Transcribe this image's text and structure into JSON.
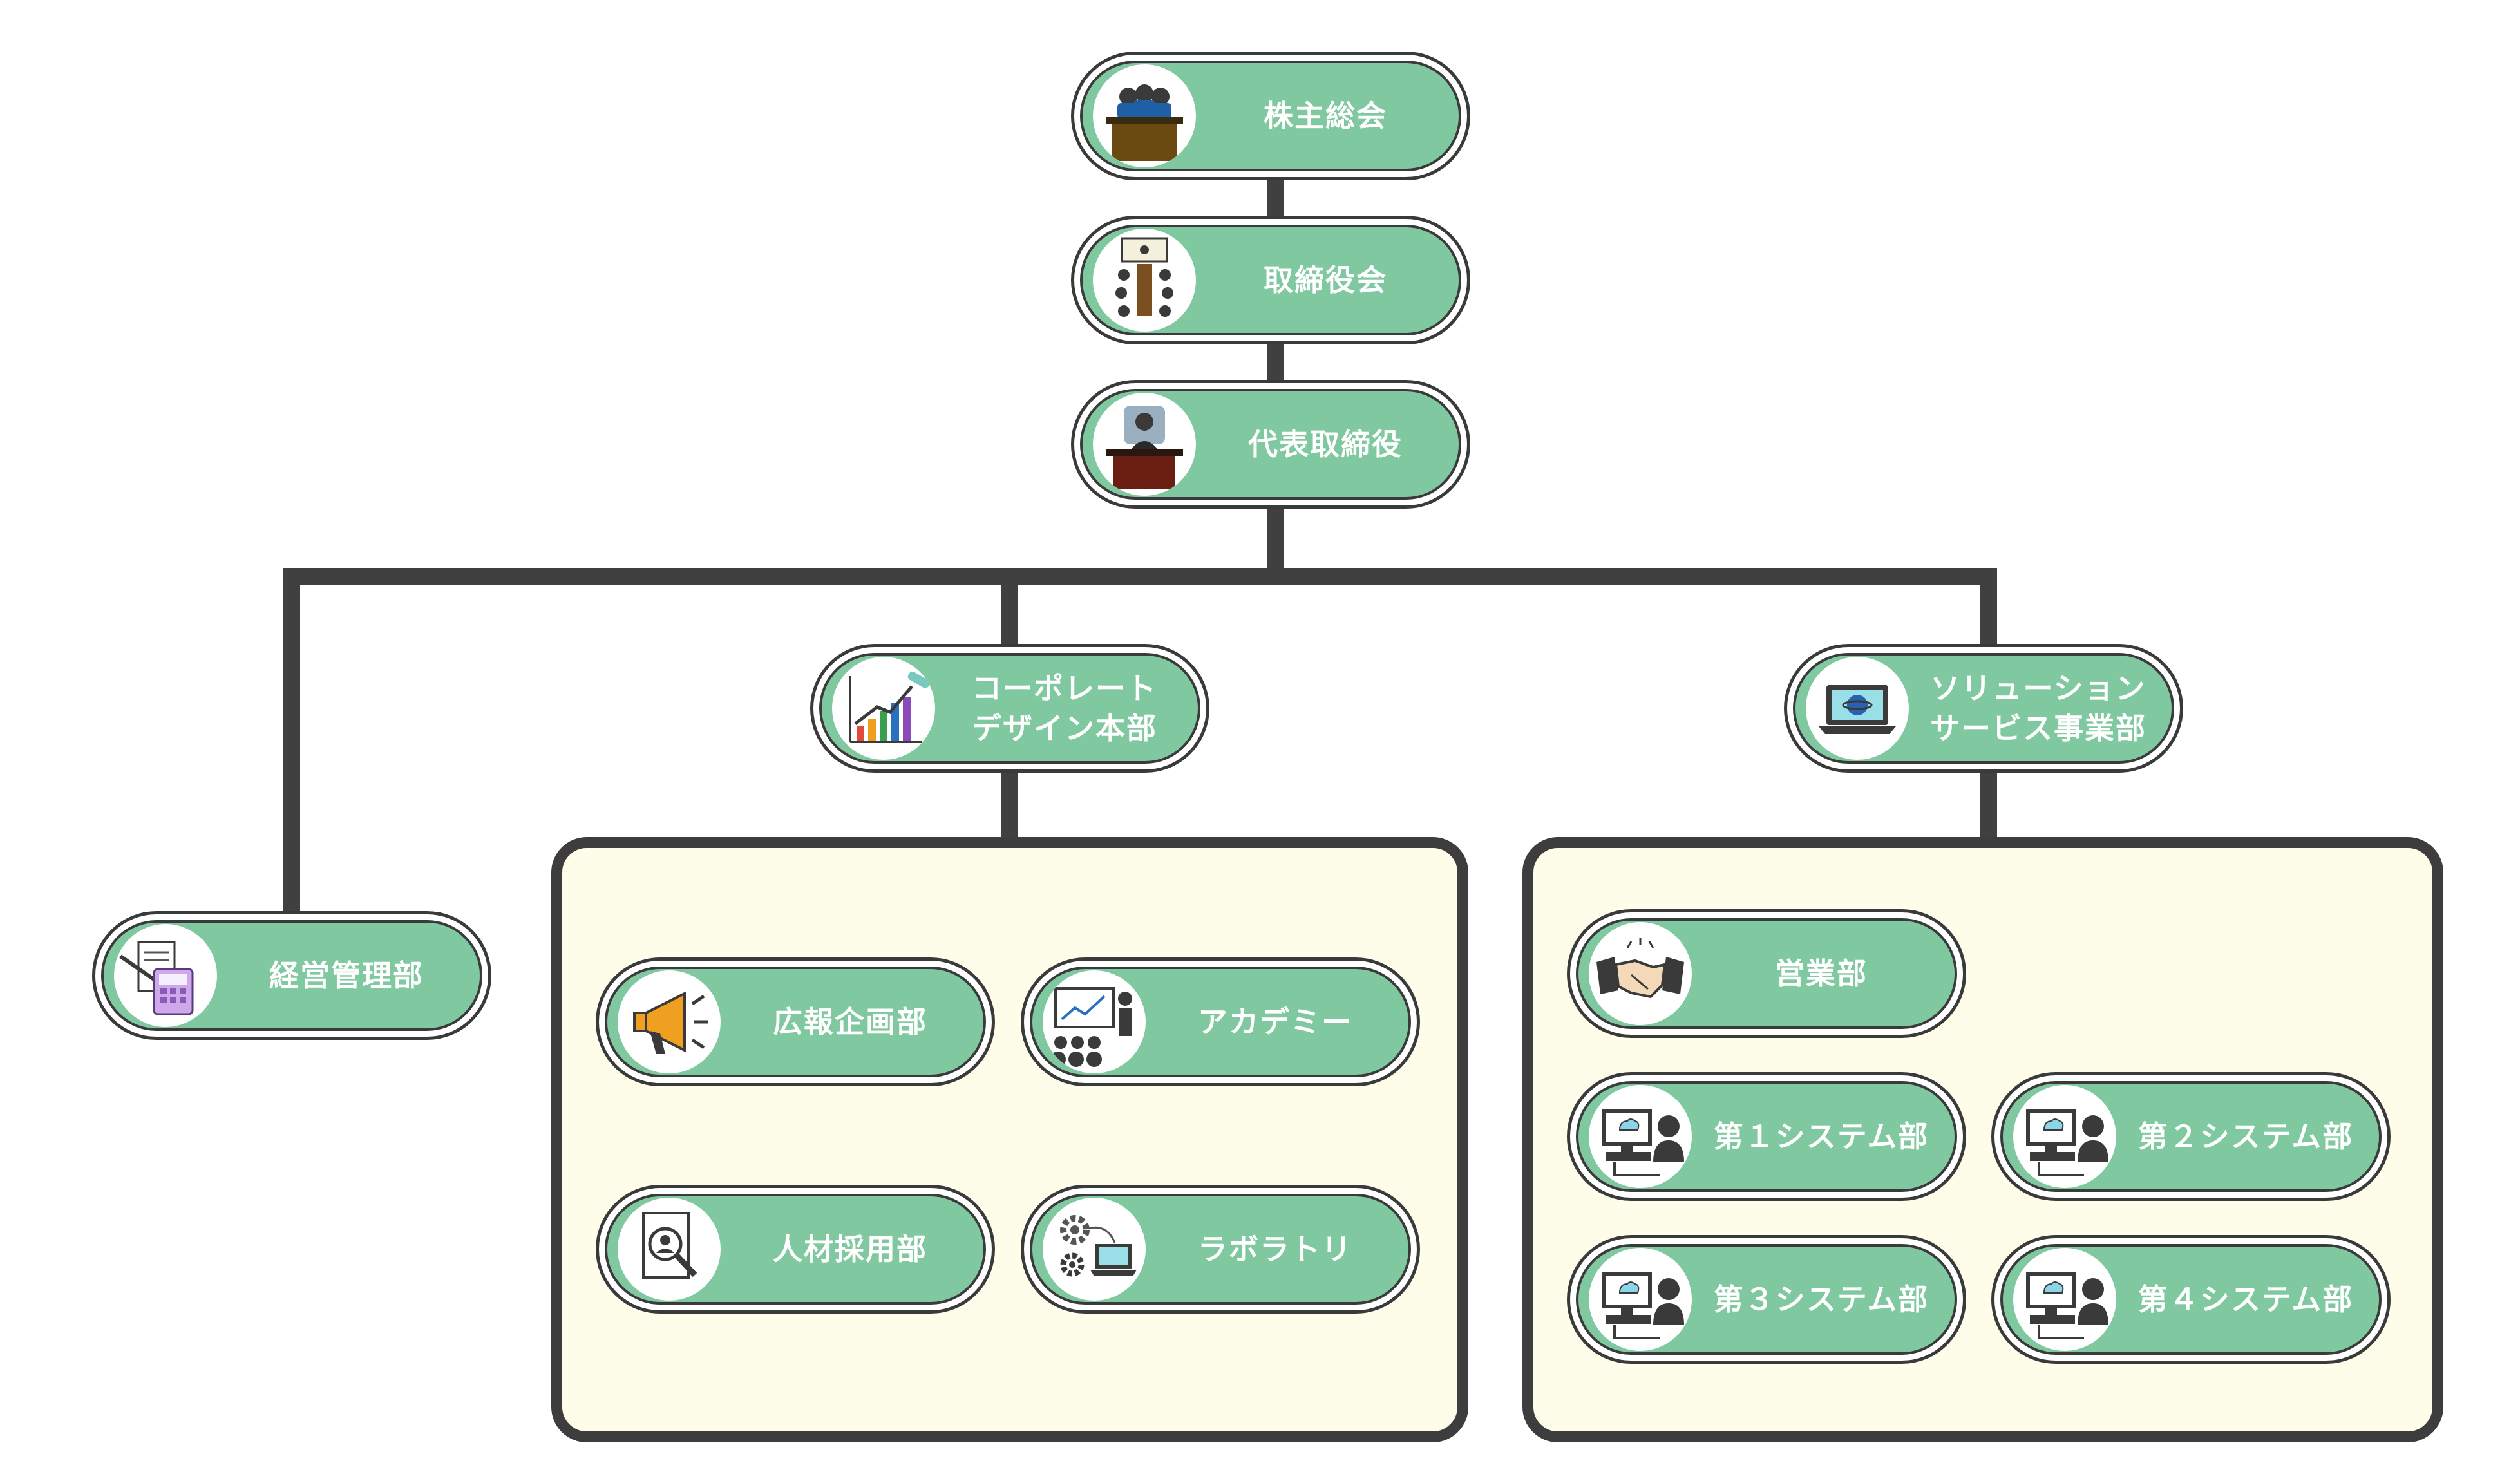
{
  "nodes": {
    "shareholders": {
      "label": "株主総会",
      "icon": "shareholders-meeting-icon"
    },
    "board": {
      "label": "取締役会",
      "icon": "board-meeting-icon"
    },
    "ceo": {
      "label": "代表取締役",
      "icon": "ceo-desk-icon"
    },
    "management": {
      "label": "経営管理部",
      "icon": "calculator-documents-icon"
    },
    "corporate_design": {
      "label_line1": "コーポレート",
      "label_line2": "デザイン本部",
      "icon": "growth-chart-icon"
    },
    "solution_service": {
      "label_line1": "ソリューション",
      "label_line2": "サービス事業部",
      "icon": "laptop-globe-icon"
    },
    "pr_planning": {
      "label": "広報企画部",
      "icon": "megaphone-icon"
    },
    "academy": {
      "label": "アカデミー",
      "icon": "presentation-icon"
    },
    "recruiting": {
      "label": "人材採用部",
      "icon": "resume-search-icon"
    },
    "laboratory": {
      "label": "ラボラトリ",
      "icon": "gears-laptop-icon"
    },
    "sales": {
      "label": "営業部",
      "icon": "handshake-icon"
    },
    "system1": {
      "label": "第１システム部",
      "icon": "computer-user-icon"
    },
    "system2": {
      "label": "第２システム部",
      "icon": "computer-user-icon"
    },
    "system3": {
      "label": "第３システム部",
      "icon": "computer-user-icon"
    },
    "system4": {
      "label": "第４システム部",
      "icon": "computer-user-icon"
    }
  },
  "colors": {
    "node_fill": "#80c9a0",
    "connector": "#404040",
    "group_fill": "#fdfdea",
    "label_text": "#ffffff"
  }
}
